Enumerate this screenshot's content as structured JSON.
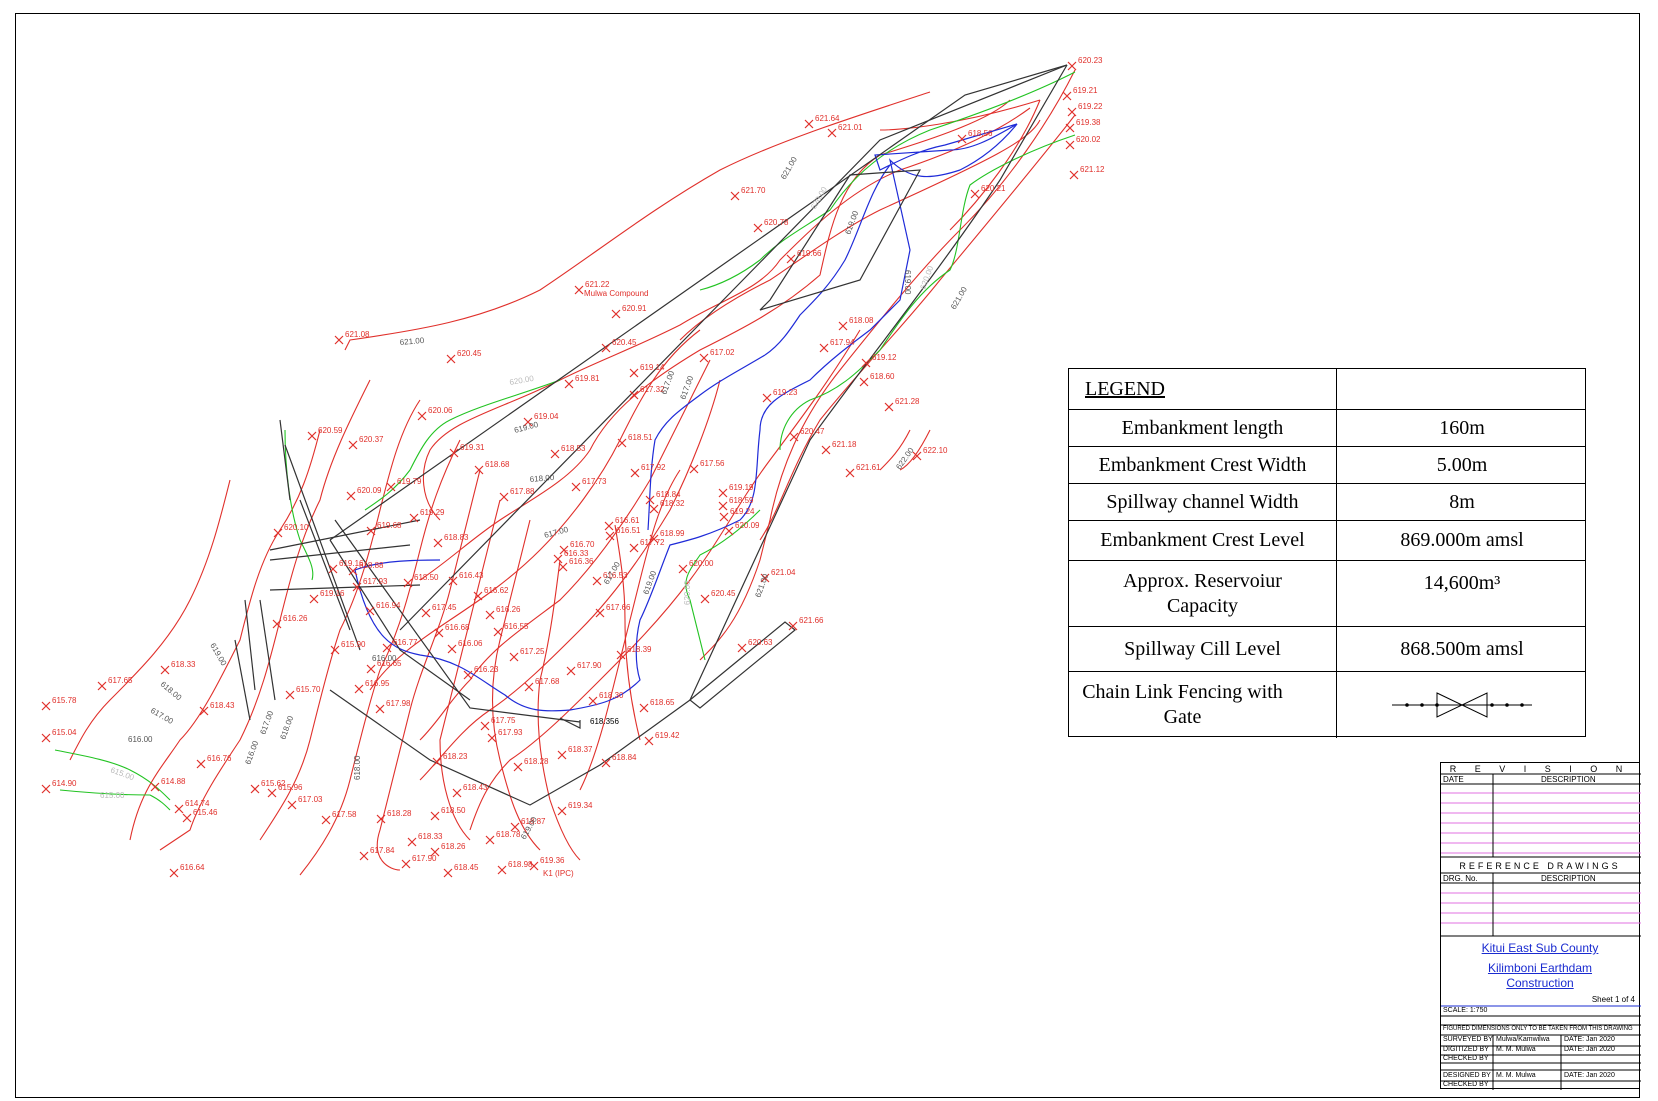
{
  "drawing": {
    "compound_label": "Mulwa Compound",
    "benchmark_label": "618.356",
    "k1_label": "K1 (IPC)"
  },
  "legend": {
    "title": "LEGEND",
    "rows": [
      {
        "item": "Embankment length",
        "value": "160m"
      },
      {
        "item": "Embankment Crest Width",
        "value": "5.00m"
      },
      {
        "item": "Spillway channel Width",
        "value": "8m"
      },
      {
        "item": "Embankment Crest Level",
        "value": "869.000m amsl"
      },
      {
        "item": "Approx. Reservoiur Capacity",
        "value": "14,600m³"
      },
      {
        "item": "Spillway Cill Level",
        "value": "868.500m amsl"
      },
      {
        "item": "Chain Link Fencing with Gate",
        "value": ""
      }
    ]
  },
  "title_block": {
    "revision_heading": "R E V I S I O N",
    "date_col": "DATE",
    "desc_col": "DESCRIPTION",
    "ref_heading": "REFERENCE DRAWINGS",
    "drg_no_col": "DRG. No.",
    "ref_desc_col": "DESCRIPTION",
    "county": "Kitui East Sub County",
    "project_line1": "Kilimboni Earthdam",
    "project_line2": "Construction",
    "sheet": "Sheet 1 of 4",
    "scale": "SCALE: 1:750",
    "note": "FIGURED DIMENSIONS ONLY TO BE TAKEN FROM THIS DRAWING",
    "surveyed_label": "SURVEYED BY",
    "surveyed_by": "Mulwa/Kamwilwa",
    "surveyed_date": "DATE: Jan 2020",
    "digitized_label": "DIGITIZED BY",
    "digitized_by": "M. M. Mulwa",
    "digitized_date": "DATE: Jan 2020",
    "checked1_label": "CHECKED BY",
    "designed_label": "DESIGNED BY",
    "designed_by": "M. M. Mulwa",
    "designed_date": "DATE: Jan 2020",
    "checked2_label": "CHECKED BY"
  },
  "colors": {
    "contour_red": "#e0302b",
    "contour_green": "#22c322",
    "blue_line": "#1f2bd8",
    "structure": "#333333",
    "pink_rule": "#e070e0",
    "title_link": "#1a2bd0"
  },
  "spot_levels": [
    {
      "v": "620.23"
    },
    {
      "v": "619.21"
    },
    {
      "v": "619.22"
    },
    {
      "v": "619.38"
    },
    {
      "v": "620.02"
    },
    {
      "v": "621.12"
    },
    {
      "v": "621.64"
    },
    {
      "v": "621.01"
    },
    {
      "v": "618.56"
    },
    {
      "v": "621.70"
    },
    {
      "v": "620.21"
    },
    {
      "v": "620.78"
    },
    {
      "v": "619.66"
    },
    {
      "v": "621.22"
    },
    {
      "v": "620.91"
    },
    {
      "v": "621.08"
    },
    {
      "v": "620.45"
    },
    {
      "v": "620.45"
    },
    {
      "v": "618.08"
    },
    {
      "v": "617.94"
    },
    {
      "v": "617.02"
    },
    {
      "v": "619.12"
    },
    {
      "v": "619.81"
    },
    {
      "v": "618.60"
    },
    {
      "v": "619.23"
    },
    {
      "v": "620.06"
    },
    {
      "v": "621.28"
    },
    {
      "v": "619.04"
    },
    {
      "v": "620.59"
    },
    {
      "v": "620.37"
    },
    {
      "v": "620.47"
    },
    {
      "v": "621.18"
    },
    {
      "v": "622.10"
    },
    {
      "v": "621.61"
    },
    {
      "v": "619.31"
    },
    {
      "v": "618.68"
    },
    {
      "v": "618.53"
    },
    {
      "v": "618.51"
    },
    {
      "v": "617.92"
    },
    {
      "v": "617.73"
    },
    {
      "v": "617.88"
    },
    {
      "v": "617.56"
    },
    {
      "v": "619.19"
    },
    {
      "v": "619.79"
    },
    {
      "v": "620.09"
    },
    {
      "v": "619.29"
    },
    {
      "v": "618.59"
    },
    {
      "v": "619.24"
    },
    {
      "v": "618.84"
    },
    {
      "v": "618.32"
    },
    {
      "v": "620.10"
    },
    {
      "v": "619.68"
    },
    {
      "v": "618.83"
    },
    {
      "v": "616.61"
    },
    {
      "v": "616.51"
    },
    {
      "v": "618.99"
    },
    {
      "v": "620.09"
    },
    {
      "v": "616.70"
    },
    {
      "v": "616.33"
    },
    {
      "v": "616.36"
    },
    {
      "v": "620.00"
    },
    {
      "v": "619.16"
    },
    {
      "v": "618.88"
    },
    {
      "v": "618.50"
    },
    {
      "v": "616.43"
    },
    {
      "v": "616.53"
    },
    {
      "v": "621.04"
    },
    {
      "v": "617.93"
    },
    {
      "v": "619.16"
    },
    {
      "v": "616.62"
    },
    {
      "v": "616.94"
    },
    {
      "v": "617.45"
    },
    {
      "v": "616.26"
    },
    {
      "v": "617.66"
    },
    {
      "v": "620.45"
    },
    {
      "v": "616.26"
    },
    {
      "v": "616.68"
    },
    {
      "v": "616.55"
    },
    {
      "v": "621.66"
    },
    {
      "v": "615.90"
    },
    {
      "v": "616.06"
    },
    {
      "v": "617.25"
    },
    {
      "v": "618.39"
    },
    {
      "v": "620.63"
    },
    {
      "v": "618.33"
    },
    {
      "v": "617.65"
    },
    {
      "v": "615.78"
    },
    {
      "v": "618.43"
    },
    {
      "v": "616.23"
    },
    {
      "v": "617.90"
    },
    {
      "v": "617.68"
    },
    {
      "v": "616.95"
    },
    {
      "v": "617.98"
    },
    {
      "v": "616.65"
    },
    {
      "v": "618.30"
    },
    {
      "v": "618.65"
    },
    {
      "v": "615.04"
    },
    {
      "v": "616.76"
    },
    {
      "v": "617.75"
    },
    {
      "v": "617.93"
    },
    {
      "v": "619.42"
    },
    {
      "v": "618.23"
    },
    {
      "v": "618.28"
    },
    {
      "v": "618.37"
    },
    {
      "v": "618.84"
    },
    {
      "v": "614.90"
    },
    {
      "v": "614.88"
    },
    {
      "v": "615.62"
    },
    {
      "v": "615.96"
    },
    {
      "v": "618.43"
    },
    {
      "v": "614.74"
    },
    {
      "v": "615.46"
    },
    {
      "v": "617.03"
    },
    {
      "v": "617.58"
    },
    {
      "v": "618.28"
    },
    {
      "v": "618.50"
    },
    {
      "v": "619.34"
    },
    {
      "v": "618.33"
    },
    {
      "v": "618.26"
    },
    {
      "v": "618.78"
    },
    {
      "v": "618.87"
    },
    {
      "v": "617.84"
    },
    {
      "v": "617.90"
    },
    {
      "v": "618.45"
    },
    {
      "v": "618.98"
    },
    {
      "v": "619.36"
    },
    {
      "v": "616.64"
    },
    {
      "v": "615.70"
    },
    {
      "v": "616.77"
    },
    {
      "v": "617.72"
    },
    {
      "v": "619.14"
    },
    {
      "v": "617.32"
    }
  ],
  "contour_labels": [
    {
      "t": "621.00"
    },
    {
      "t": "620.00"
    },
    {
      "t": "619.00"
    },
    {
      "t": "619.00"
    },
    {
      "t": "621.00"
    },
    {
      "t": "620.00"
    },
    {
      "t": "621.00"
    },
    {
      "t": "620.00"
    },
    {
      "t": "619.00"
    },
    {
      "t": "617.00"
    },
    {
      "t": "617.00"
    },
    {
      "t": "622.00"
    },
    {
      "t": "618.00"
    },
    {
      "t": "617.00"
    },
    {
      "t": "617.00"
    },
    {
      "t": "619.00"
    },
    {
      "t": "621.00"
    },
    {
      "t": "620.00"
    },
    {
      "t": "619.00"
    },
    {
      "t": "618.00"
    },
    {
      "t": "617.00"
    },
    {
      "t": "616.00"
    },
    {
      "t": "616.00"
    },
    {
      "t": "617.00"
    },
    {
      "t": "618.00"
    },
    {
      "t": "615.00"
    },
    {
      "t": "615.00"
    },
    {
      "t": "619.00"
    },
    {
      "t": "618.00"
    },
    {
      "t": "616.00"
    }
  ]
}
